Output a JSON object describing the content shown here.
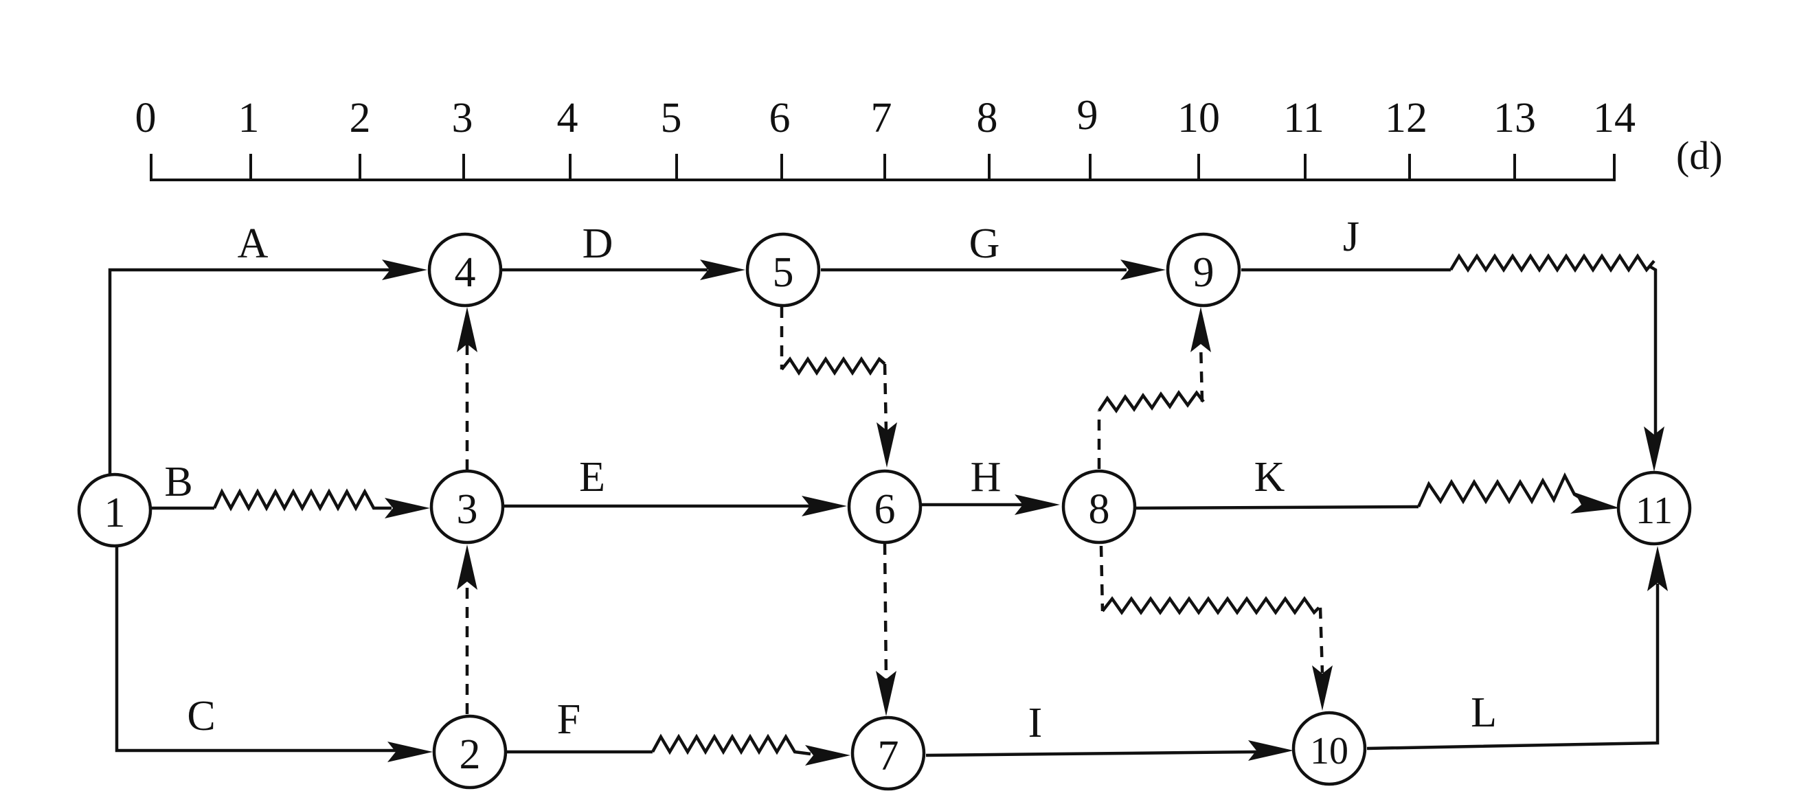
{
  "timescale": {
    "ticks": [
      "0",
      "1",
      "2",
      "3",
      "4",
      "5",
      "6",
      "7",
      "8",
      "9",
      "10",
      "11",
      "12",
      "13",
      "14"
    ],
    "unit": "(d)"
  },
  "nodes": [
    {
      "id": "1",
      "label": "1"
    },
    {
      "id": "2",
      "label": "2"
    },
    {
      "id": "3",
      "label": "3"
    },
    {
      "id": "4",
      "label": "4"
    },
    {
      "id": "5",
      "label": "5"
    },
    {
      "id": "6",
      "label": "6"
    },
    {
      "id": "7",
      "label": "7"
    },
    {
      "id": "8",
      "label": "8"
    },
    {
      "id": "9",
      "label": "9"
    },
    {
      "id": "10",
      "label": "10"
    },
    {
      "id": "11",
      "label": "11"
    }
  ],
  "activities": [
    {
      "name": "A",
      "from": "1",
      "to": "4"
    },
    {
      "name": "B",
      "from": "1",
      "to": "3"
    },
    {
      "name": "C",
      "from": "1",
      "to": "2"
    },
    {
      "name": "D",
      "from": "4",
      "to": "5"
    },
    {
      "name": "E",
      "from": "3",
      "to": "6"
    },
    {
      "name": "F",
      "from": "2",
      "to": "7"
    },
    {
      "name": "G",
      "from": "5",
      "to": "9"
    },
    {
      "name": "H",
      "from": "6",
      "to": "8"
    },
    {
      "name": "I",
      "from": "7",
      "to": "10"
    },
    {
      "name": "J",
      "from": "9",
      "to": "11"
    },
    {
      "name": "K",
      "from": "8",
      "to": "11"
    },
    {
      "name": "L",
      "from": "10",
      "to": "11"
    }
  ],
  "dummies": [
    {
      "from": "3",
      "to": "4"
    },
    {
      "from": "2",
      "to": "3"
    },
    {
      "from": "5",
      "to": "6"
    },
    {
      "from": "6",
      "to": "7"
    },
    {
      "from": "8",
      "to": "9"
    },
    {
      "from": "8",
      "to": "10"
    }
  ]
}
